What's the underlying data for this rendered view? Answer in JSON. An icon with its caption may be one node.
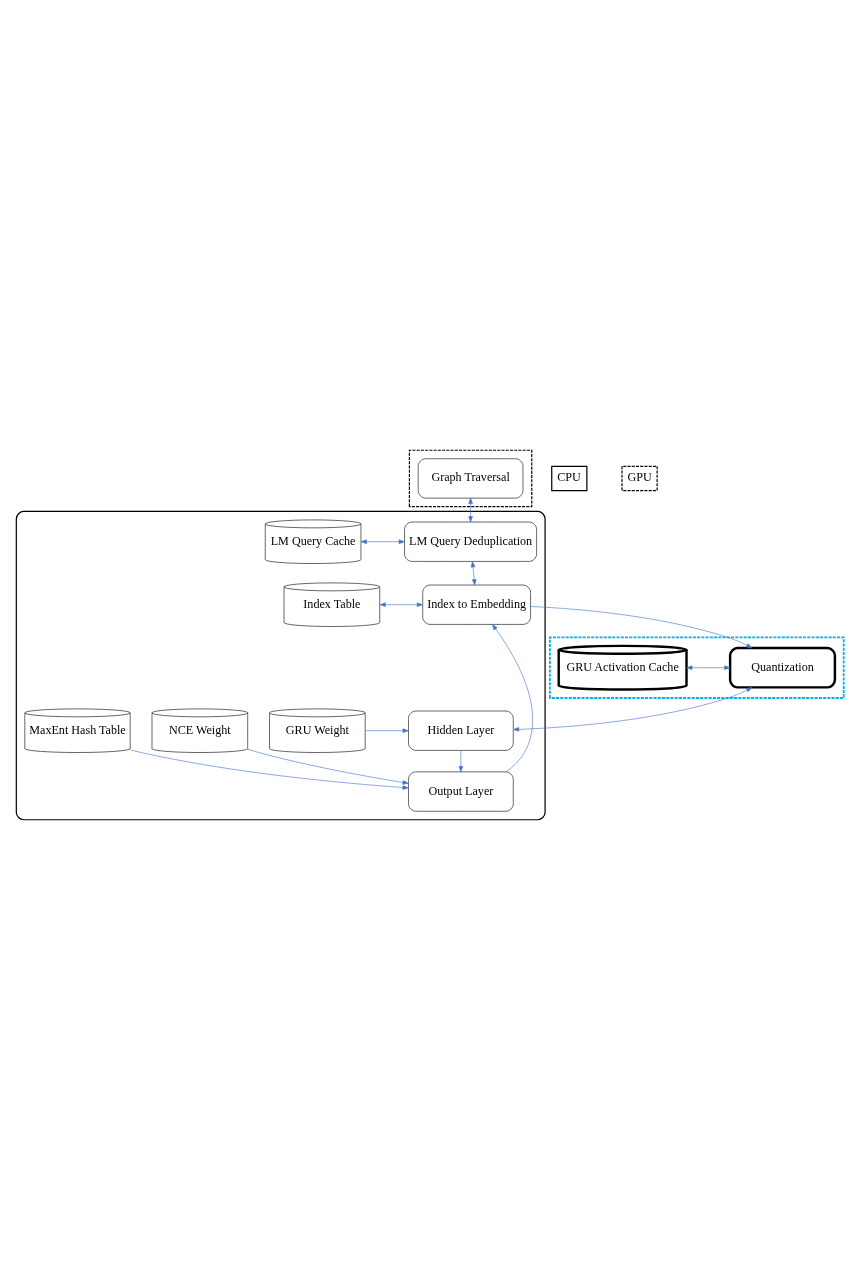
{
  "diagram": {
    "nodes": [
      {
        "text": [],
        "shape": "box"
      },
      {
        "text": [
          "Graph Traversal"
        ],
        "in": 0
      },
      {
        "text": [],
        "shape": "box"
      },
      {
        "text": [
          "LM Query Cache"
        ],
        "in": 2
      },
      {
        "text": [
          "LM Query Deduplication"
        ],
        "in": 2
      },
      {
        "text": [
          "Index Table"
        ],
        "in": 2
      },
      {
        "text": [
          "Index to Embedding"
        ],
        "in": 2
      },
      {
        "text": [],
        "shape": "box"
      },
      {
        "text": [
          "GRU Activation Cache"
        ],
        "in": 7
      },
      {
        "text": [
          "Quantization"
        ],
        "in": 7
      },
      {
        "text": [
          "GRU Weight"
        ],
        "in": 2
      },
      {
        "text": [
          "Hidden Layer"
        ],
        "in": 2
      },
      {
        "text": [
          "NCE Weight"
        ],
        "in": 2
      },
      {
        "text": [
          "MaxEnt Hash Table"
        ],
        "in": 2
      },
      {
        "text": [
          "Output Layer"
        ],
        "in": 2
      }
    ],
    "edges": [
      {
        "from": 1,
        "to": 4,
        "arrow": "both"
      },
      {
        "from": 3,
        "to": 4,
        "arrow": "both"
      },
      {
        "from": 4,
        "to": 6,
        "arrow": "both"
      },
      {
        "from": 5,
        "to": 6,
        "arrow": "both"
      },
      {
        "from": 6,
        "to": 9,
        "arrow": "to"
      },
      {
        "from": 8,
        "to": 9,
        "arrow": "both"
      },
      {
        "from": 9,
        "to": 11,
        "arrow": "both"
      },
      {
        "from": 10,
        "to": 11,
        "arrow": "to"
      },
      {
        "from": 11,
        "to": 14,
        "arrow": "to"
      },
      {
        "from": 12,
        "to": 14,
        "arrow": "to"
      },
      {
        "from": 13,
        "to": 14,
        "arrow": "to"
      },
      {
        "from": 14,
        "to": 6,
        "arrow": "to"
      }
    ],
    "legend": [
      {
        "text": "CPU"
      },
      {
        "text": "GPU"
      }
    ]
  }
}
